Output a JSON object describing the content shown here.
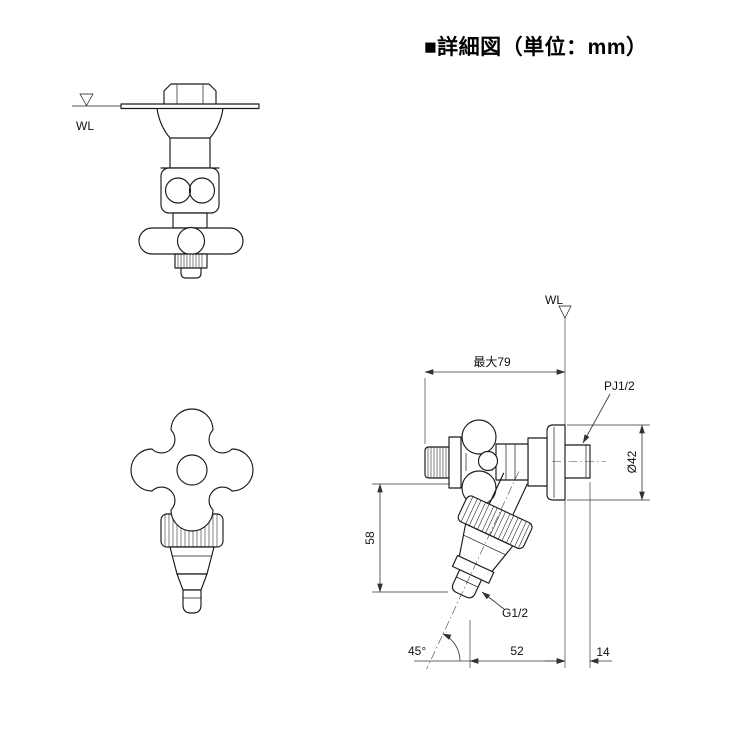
{
  "title": "■詳細図（単位：mm）",
  "views": {
    "top_view": {
      "wl_label": "WL"
    },
    "side_view": {
      "wl_label": "WL",
      "dims": {
        "max_width": "最大79",
        "inlet_thread": "PJ1/2",
        "flange_diameter": "Ø42",
        "drop_height": "58",
        "outlet_thread": "G1/2",
        "spout_angle": "45°",
        "wall_to_tip": "52",
        "pipe_protrusion": "14"
      }
    }
  }
}
